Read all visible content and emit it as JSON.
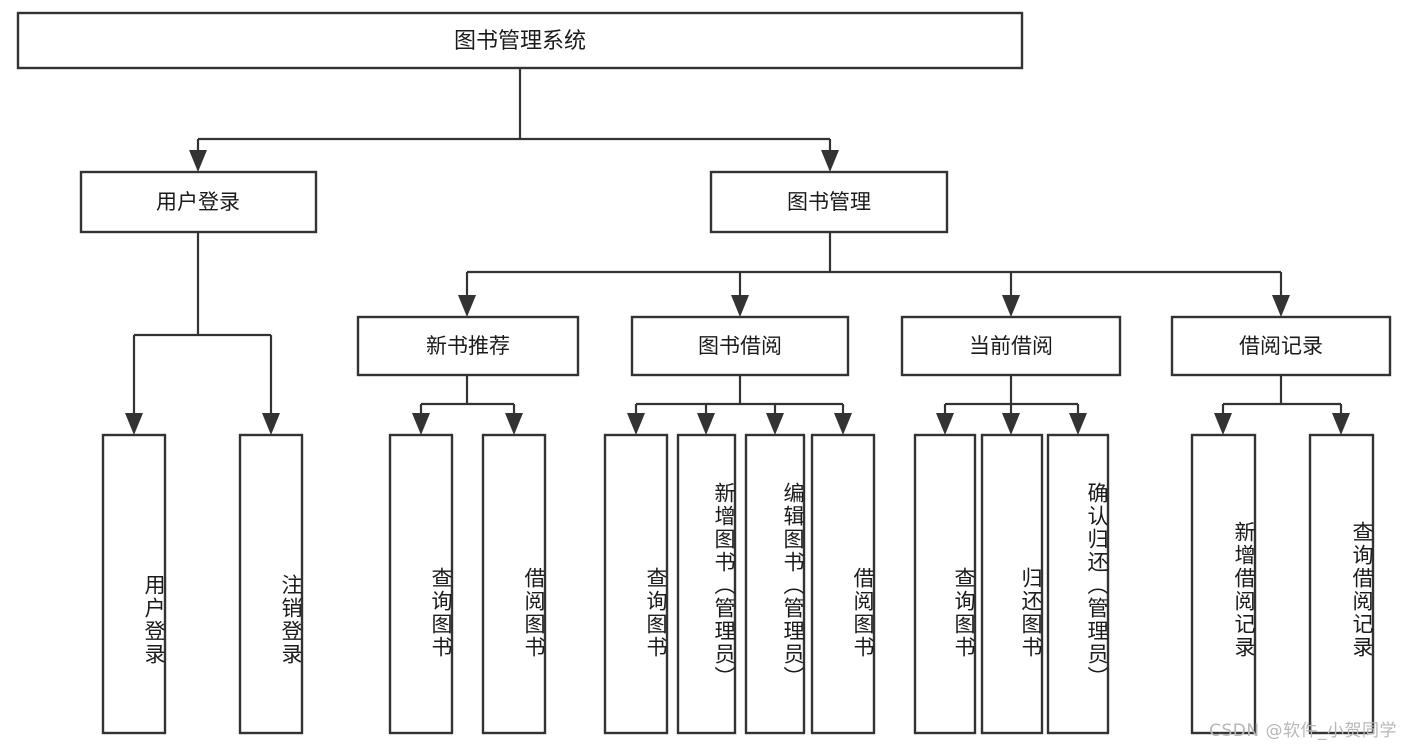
{
  "diagram": {
    "title": "图书管理系统",
    "type": "tree-hierarchy-chart",
    "root": {
      "label": "图书管理系统"
    },
    "level2": [
      {
        "label": "用户登录"
      },
      {
        "label": "图书管理"
      }
    ],
    "level3": [
      {
        "label": "新书推荐"
      },
      {
        "label": "图书借阅"
      },
      {
        "label": "当前借阅"
      },
      {
        "label": "借阅记录"
      }
    ],
    "leaves": {
      "user_login": [
        {
          "label": "用户登录"
        },
        {
          "label": "注销登录"
        }
      ],
      "new_book_recommend": [
        {
          "label": "查询图书"
        },
        {
          "label": "借阅图书"
        }
      ],
      "book_borrow": [
        {
          "label": "查询图书"
        },
        {
          "label": "新增图书（管理员）"
        },
        {
          "label": "编辑图书（管理员）"
        },
        {
          "label": "借阅图书"
        }
      ],
      "current_borrow": [
        {
          "label": "查询图书"
        },
        {
          "label": "归还图书"
        },
        {
          "label": "确认归还（管理员）"
        }
      ],
      "borrow_record": [
        {
          "label": "新增借阅记录"
        },
        {
          "label": "查询借阅记录"
        }
      ]
    },
    "watermark": "CSDN @软件_小贺同学",
    "colors": {
      "stroke": "#333333",
      "fill": "#ffffff",
      "text": "#1b1b1b",
      "watermark": "#b7b7b7"
    }
  }
}
